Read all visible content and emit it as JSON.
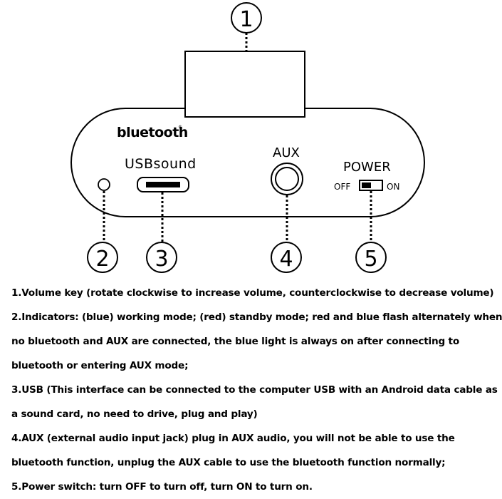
{
  "device": {
    "brand_logo": "bluetooth",
    "usb_label": "USBsound",
    "aux_label": "AUX",
    "power_label": "POWER",
    "switch_off": "OFF",
    "switch_on": "ON"
  },
  "callouts": [
    "1",
    "2",
    "3",
    "4",
    "5"
  ],
  "notes": [
    "1.Volume key (rotate clockwise to increase volume, counterclockwise to decrease volume)",
    "2.Indicators: (blue) working mode; (red) standby mode; red and blue flash alternately when",
    "no bluetooth and AUX are connected, the blue light is always on after connecting to",
    "bluetooth or entering AUX mode;",
    "3.USB (This interface can be connected to the computer USB with an Android data cable as",
    "a sound card, no need to drive, plug and play)",
    "4.AUX (external audio input jack) plug in AUX audio, you will not be able to use the",
    "bluetooth function, unplug the AUX cable to use the bluetooth function normally;",
    "5.Power switch: turn OFF to turn off, turn ON to turn on."
  ]
}
